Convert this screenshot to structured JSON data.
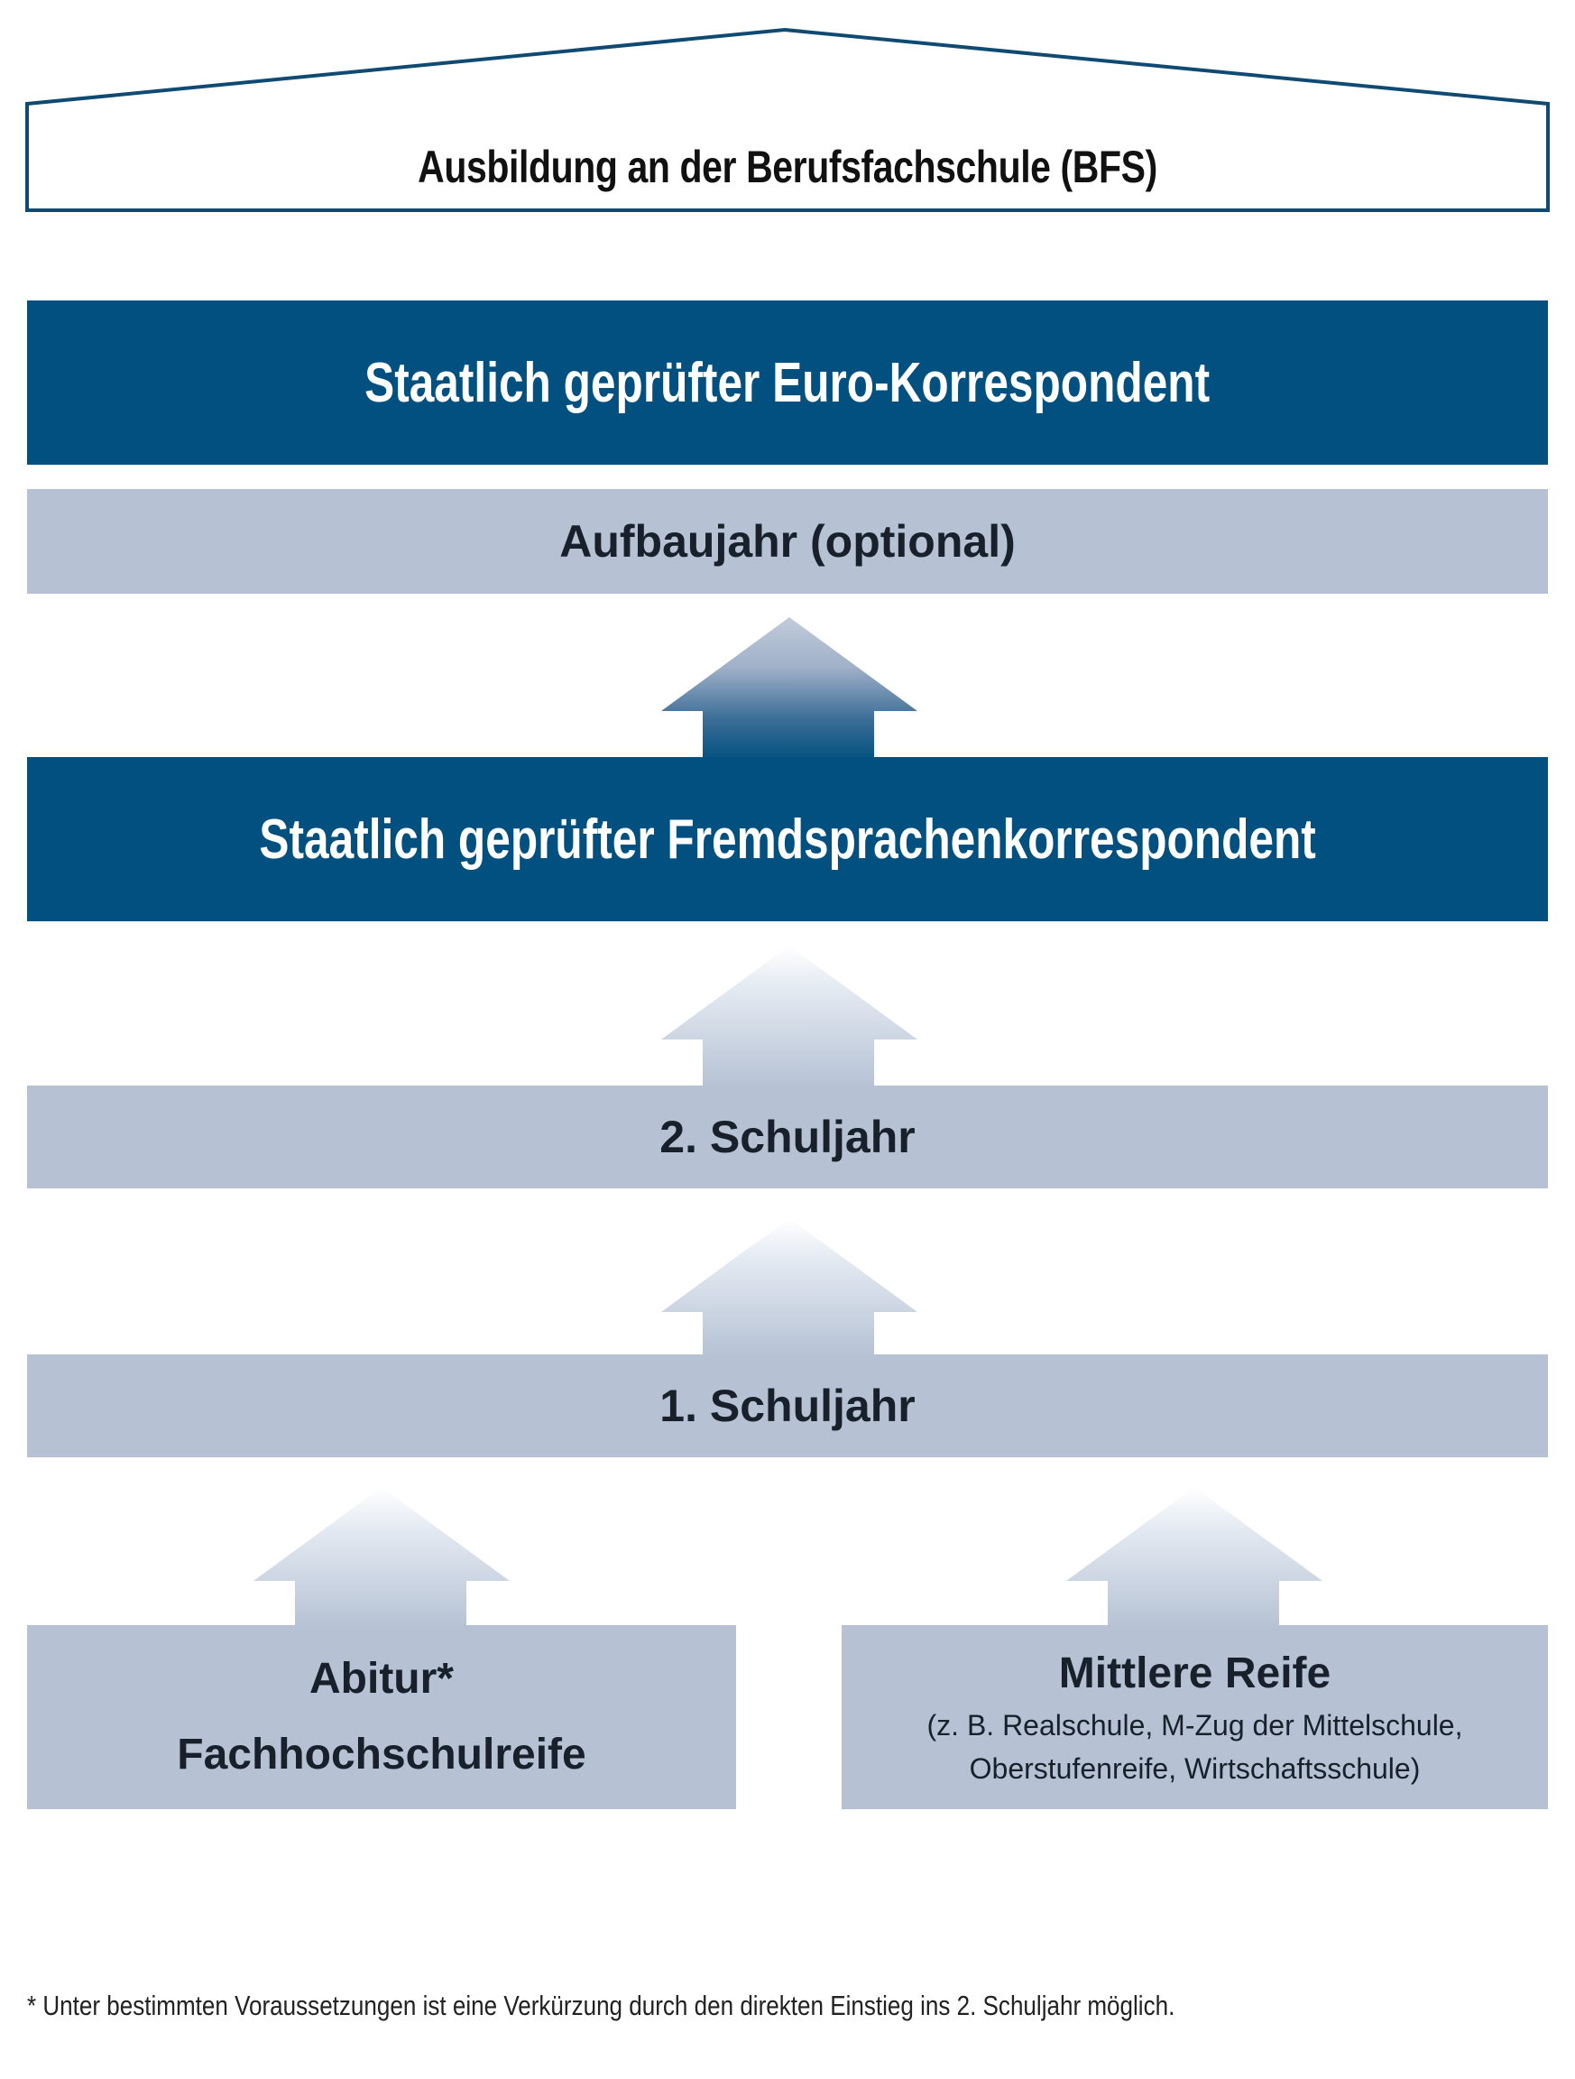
{
  "header": {
    "title": "Ausbildung an der Berufsfachschule (BFS)"
  },
  "levels": [
    {
      "id": "euro",
      "label": "Staatlich geprüfter Euro-Korrespondent",
      "style": "dark"
    },
    {
      "id": "aufbau",
      "label": "Aufbaujahr (optional)",
      "style": "light"
    },
    {
      "id": "fremd",
      "label": "Staatlich geprüfter Fremdsprachenkorrespondent",
      "style": "dark"
    },
    {
      "id": "year2",
      "label": "2. Schuljahr",
      "style": "light"
    },
    {
      "id": "year1",
      "label": "1. Schuljahr",
      "style": "light"
    }
  ],
  "entry": {
    "left": {
      "line1": "Abitur*",
      "line2": "Fachhochschulreife"
    },
    "right": {
      "title": "Mittlere Reife",
      "detail1": "(z. B. Realschule, M-Zug der Mittelschule,",
      "detail2": "Oberstufenreife, Wirtschaftsschule)"
    }
  },
  "footnote": "* Unter bestimmten Voraussetzungen ist eine Verkürzung durch den direkten Einstieg ins 2. Schuljahr möglich.",
  "colors": {
    "dark_blue": "#02507f",
    "light_blue": "#b6c2d4",
    "roof_stroke": "#0f4a72",
    "text_dark": "#17202b"
  },
  "icons": [
    "house-roof-outline",
    "arrow-up-icon"
  ]
}
